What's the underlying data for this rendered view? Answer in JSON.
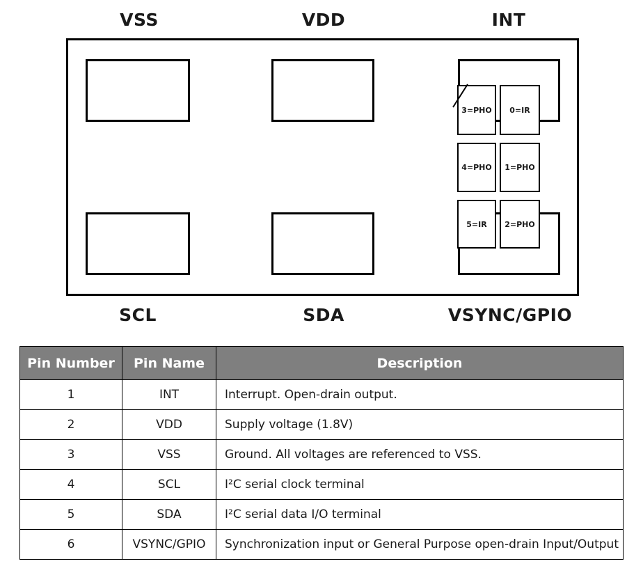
{
  "diagram": {
    "top_labels": {
      "left": "VSS",
      "center": "VDD",
      "right": "INT"
    },
    "bottom_labels": {
      "left": "SCL",
      "center": "SDA",
      "right": "VSYNC/GPIO"
    },
    "sensor_grid": {
      "cells": [
        [
          "3=PHO",
          "0=IR"
        ],
        [
          "4=PHO",
          "1=PHO"
        ],
        [
          "5=IR",
          "2=PHO"
        ]
      ]
    }
  },
  "table": {
    "header_bg": "#7f7f7f",
    "headers": [
      "Pin Number",
      "Pin Name",
      "Description"
    ],
    "rows": [
      {
        "number": "1",
        "name": "INT",
        "description": "Interrupt. Open-drain output."
      },
      {
        "number": "2",
        "name": "VDD",
        "description": "Supply voltage (1.8V)"
      },
      {
        "number": "3",
        "name": "VSS",
        "description": "Ground. All voltages are referenced to VSS."
      },
      {
        "number": "4",
        "name": "SCL",
        "description": "I²C serial clock terminal"
      },
      {
        "number": "5",
        "name": "SDA",
        "description": "I²C serial data I/O terminal"
      },
      {
        "number": "6",
        "name": "VSYNC/GPIO",
        "description": "Synchronization input or General Purpose open-drain Input/Output"
      }
    ]
  }
}
